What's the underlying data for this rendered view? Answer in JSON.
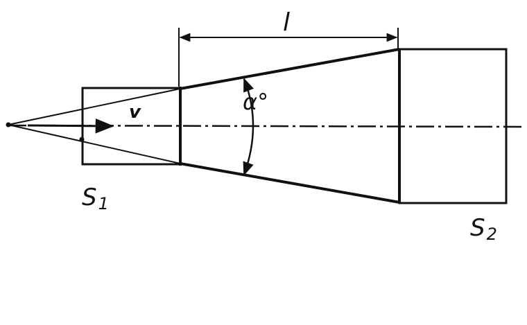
{
  "labels": {
    "length": "l",
    "velocity": "v",
    "angle": "α°",
    "section_1_letter": "S",
    "section_1_index": "1",
    "section_2_letter": "S",
    "section_2_index": "2"
  },
  "colors": {
    "ink": "#111111",
    "background": "#ffffff"
  }
}
